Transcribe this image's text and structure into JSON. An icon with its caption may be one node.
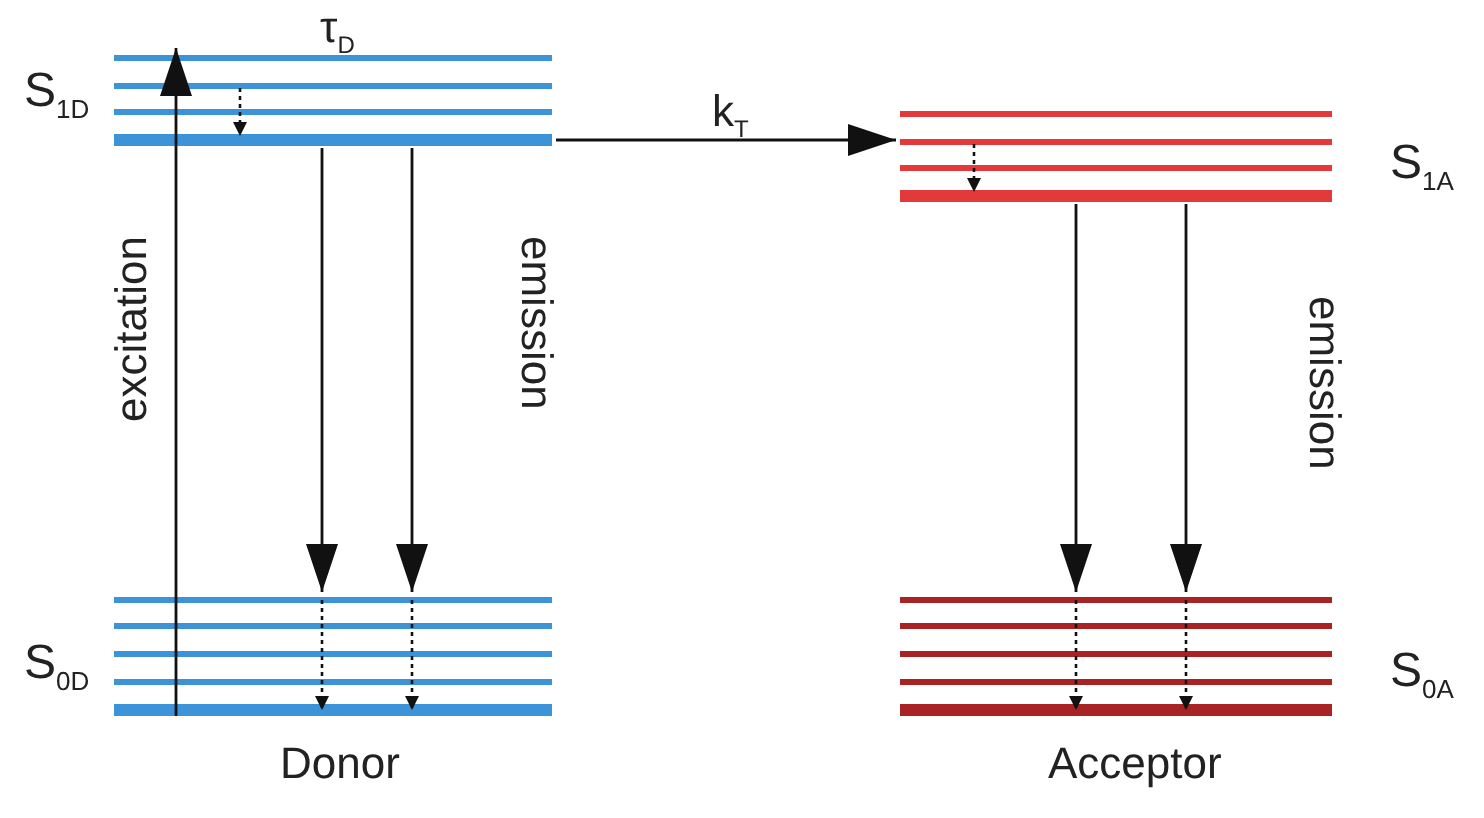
{
  "diagram": {
    "nodes": [
      {
        "text": [
          "S$_{1D}$"
        ]
      },
      {
        "text": [
          "S$_{0D}$"
        ]
      },
      {
        "text": [
          "S$_{1A}$"
        ]
      },
      {
        "text": [
          "S$_{0A}$"
        ]
      }
    ],
    "edges": [
      {
        "from": 1,
        "to": 0,
        "arrow": "to",
        "label": "excitation"
      },
      {
        "from": 0,
        "to": 1,
        "arrow": "to"
      },
      {
        "from": 0,
        "to": 1,
        "arrow": "to",
        "label": "emission"
      },
      {
        "from": 0,
        "to": 2,
        "arrow": "to",
        "label": "k$_{T}$"
      },
      {
        "from": 2,
        "to": 3,
        "arrow": "to"
      },
      {
        "from": 2,
        "to": 3,
        "arrow": "to",
        "label": "emission"
      }
    ],
    "labels": [
      "τ$_{D}$",
      "Donor",
      "Acceptor"
    ]
  }
}
